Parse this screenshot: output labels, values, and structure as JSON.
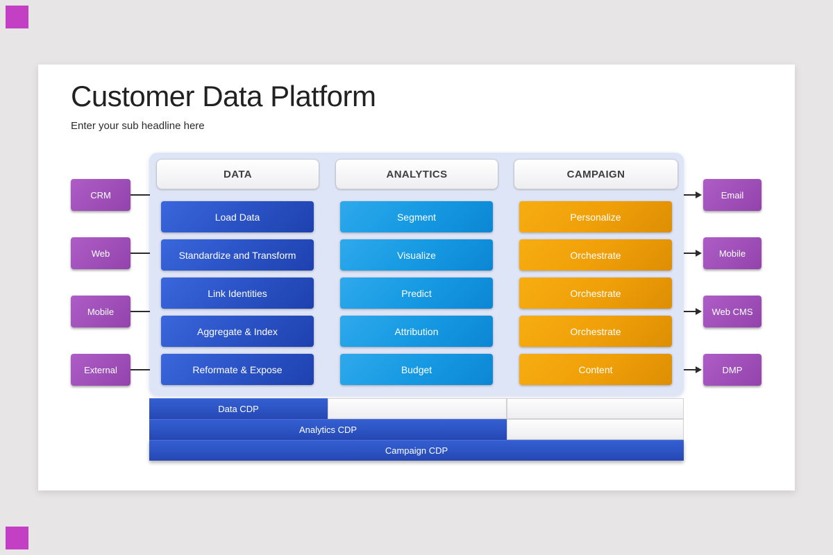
{
  "slide": {
    "title": "Customer Data Platform",
    "subtitle": "Enter your sub headline here"
  },
  "columns": [
    {
      "header": "DATA",
      "items": [
        "Load Data",
        "Standardize and Transform",
        "Link Identities",
        "Aggregate & Index",
        "Reformate & Expose"
      ]
    },
    {
      "header": "ANALYTICS",
      "items": [
        "Segment",
        "Visualize",
        "Predict",
        "Attribution",
        "Budget"
      ]
    },
    {
      "header": "CAMPAIGN",
      "items": [
        "Personalize",
        "Orchestrate",
        "Orchestrate",
        "Orchestrate",
        "Content"
      ]
    }
  ],
  "sources": [
    {
      "label": "CRM"
    },
    {
      "label": "Web"
    },
    {
      "label": "Mobile"
    },
    {
      "label": "External"
    }
  ],
  "outputs": [
    {
      "label": "Email"
    },
    {
      "label": "Mobile"
    },
    {
      "label": "Web CMS"
    },
    {
      "label": "DMP"
    }
  ],
  "cdp_bars": [
    {
      "label": "Data CDP"
    },
    {
      "label": "Analytics CDP"
    },
    {
      "label": "Campaign CDP"
    }
  ],
  "colors": {
    "data_blue": "#2c55c8",
    "analytics_cyan": "#169ae2",
    "campaign_orange": "#f0a008",
    "io_purple": "#a051b9",
    "panel_background": "#dee5f7",
    "bar_blue": "#2c53c2",
    "corner_marker_magenta": "#c33fc3",
    "page_background": "#e7e5e6"
  }
}
